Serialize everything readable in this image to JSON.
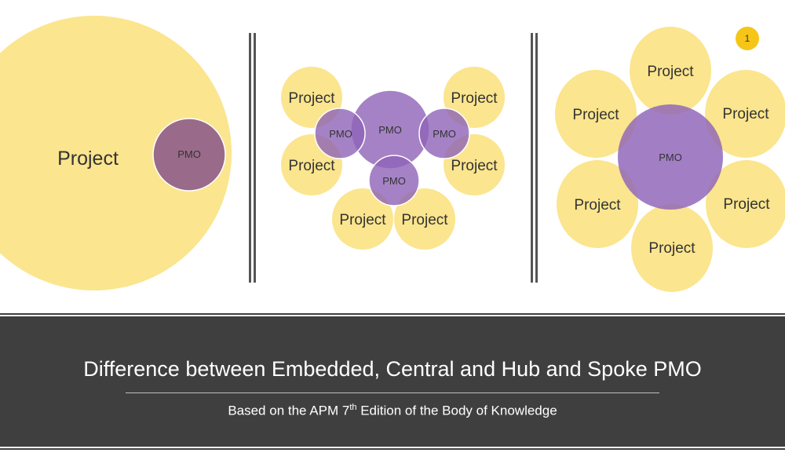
{
  "colors": {
    "project_fill": "#fbe58e",
    "project_fill_alt": "#fce891",
    "pmo_fill": "#8e63b8",
    "pmo_embedded_fill": "#9a6a8a",
    "separator": "#555555",
    "banner_bg": "#3f3f3f",
    "badge": "#f5c518"
  },
  "embedded": {
    "project_label": "Project",
    "pmo_label": "PMO"
  },
  "central": {
    "pmo_labels": [
      "PMO",
      "PMO",
      "PMO",
      "PMO"
    ],
    "project_labels": [
      "Project",
      "Project",
      "Project",
      "Project",
      "Project",
      "Project"
    ]
  },
  "hub_spoke": {
    "pmo_label": "PMO",
    "project_labels": [
      "Project",
      "Project",
      "Project",
      "Project",
      "Project",
      "Project"
    ]
  },
  "banner": {
    "title": "Difference between Embedded, Central and Hub and Spoke PMO",
    "subtitle_pre": "Based on the APM 7",
    "subtitle_sup": "th",
    "subtitle_post": " Edition of the Body of Knowledge"
  },
  "badge_number": "1"
}
